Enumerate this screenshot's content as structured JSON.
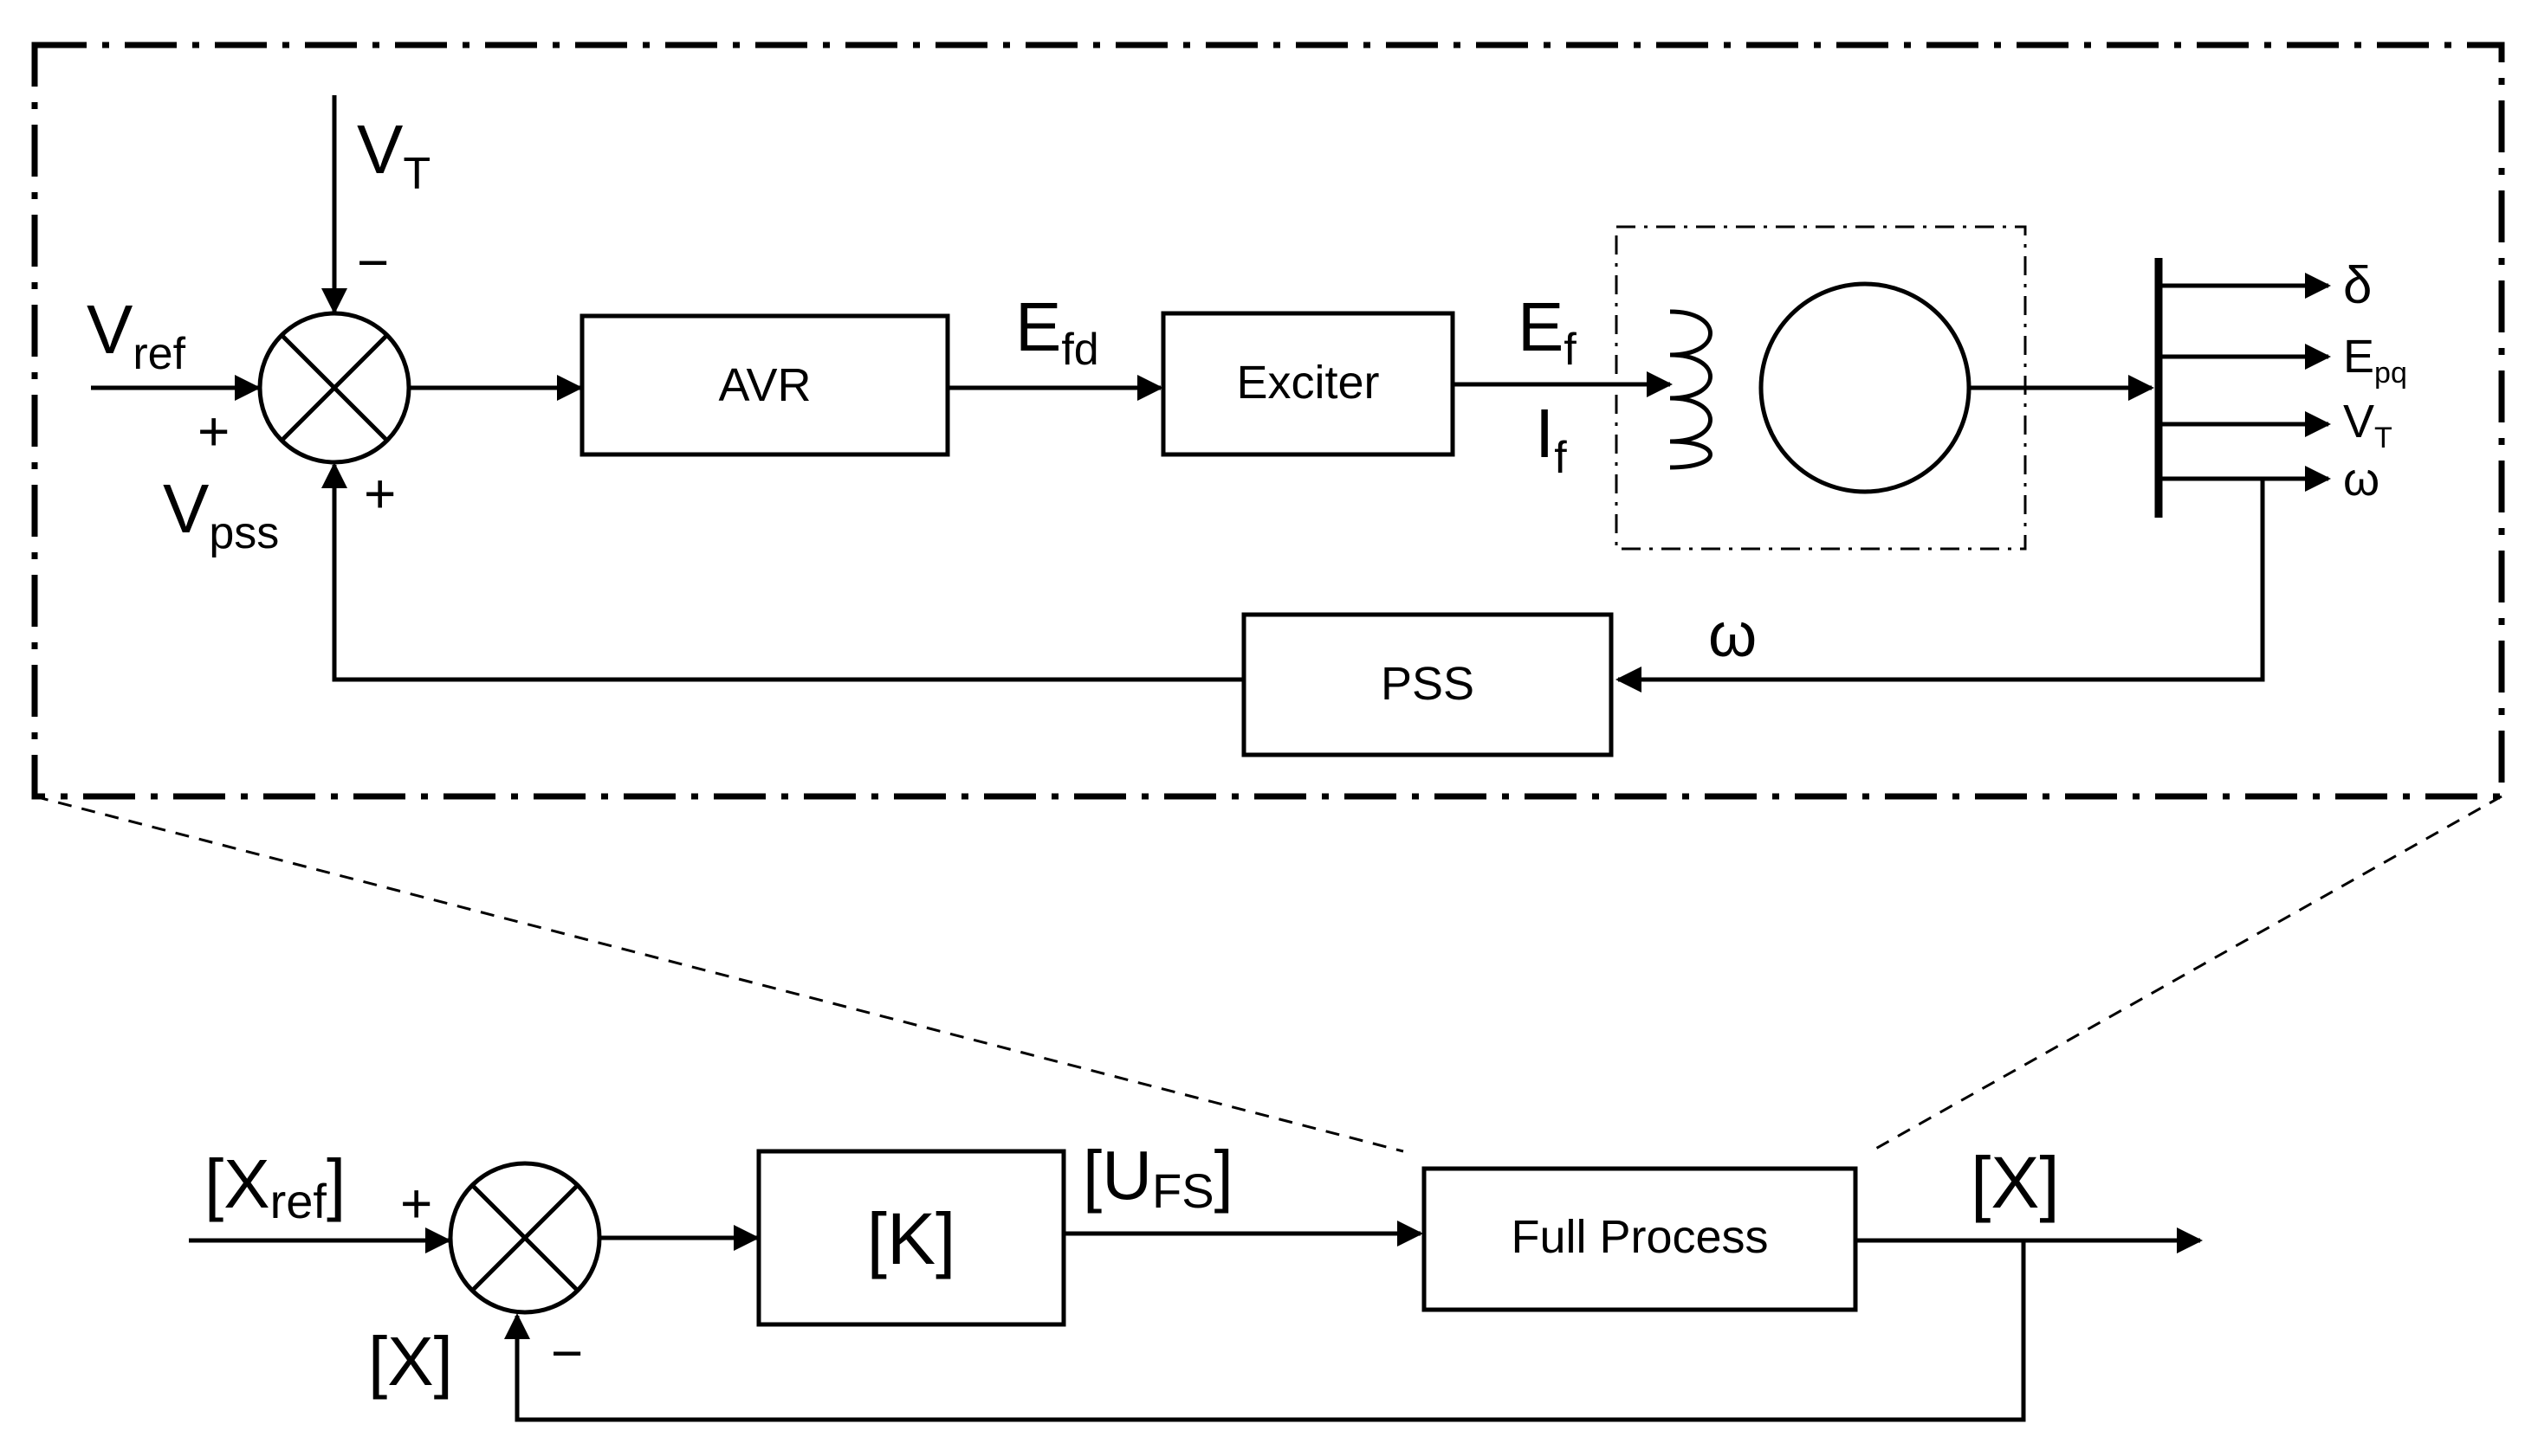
{
  "inner": {
    "vt": {
      "main": "V",
      "sub": "T"
    },
    "vt_minus": "−",
    "vref": {
      "main": "V",
      "sub": "ref"
    },
    "vref_plus": "+",
    "vpss": {
      "main": "V",
      "sub": "pss"
    },
    "vpss_plus": "+",
    "avr": "AVR",
    "efd": {
      "main": "E",
      "sub": "fd"
    },
    "exciter": "Exciter",
    "ef": {
      "main": "E",
      "sub": "f"
    },
    "if": {
      "main": "I",
      "sub": "f"
    },
    "pss": "PSS",
    "omega_feedback": "ω",
    "outputs": [
      {
        "main": "δ",
        "sub": ""
      },
      {
        "main": "E",
        "sub": "pq"
      },
      {
        "main": "V",
        "sub": "T"
      },
      {
        "main": "ω",
        "sub": ""
      }
    ]
  },
  "outer": {
    "xref": {
      "open": "[X",
      "sub": "ref",
      "close": "]"
    },
    "xref_plus": "+",
    "x_feedback": "[X]",
    "x_minus": "−",
    "k": "[K]",
    "ufs": {
      "open": "[U",
      "sub": "FS",
      "close": "]"
    },
    "full_process": "Full Process",
    "x_out": "[X]"
  }
}
